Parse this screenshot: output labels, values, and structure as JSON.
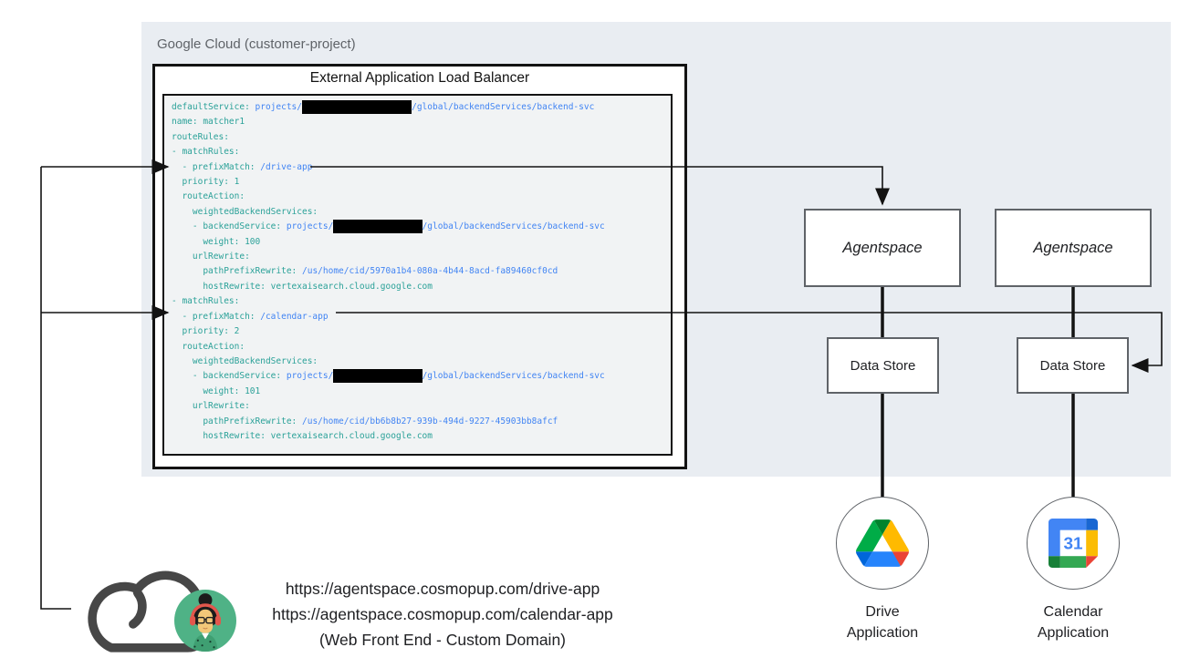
{
  "google_cloud_panel": {
    "label": "Google Cloud (customer-project)"
  },
  "load_balancer": {
    "title": "External Application Load Balancer"
  },
  "route_config": {
    "lines": [
      [
        [
          "k",
          "defaultService: "
        ],
        [
          "b",
          "projects/"
        ],
        [
          "x",
          "                     "
        ],
        [
          "b",
          "/global/backendServices/backend-svc"
        ]
      ],
      [
        [
          "k",
          "name: "
        ],
        [
          "k",
          "matcher1"
        ]
      ],
      [
        [
          "k",
          "routeRules:"
        ]
      ],
      [
        [
          "k",
          "- matchRules:"
        ]
      ],
      [
        [
          "k",
          "  - prefixMatch: "
        ],
        [
          "b",
          "/drive-app"
        ]
      ],
      [
        [
          "k",
          "  priority: "
        ],
        [
          "k",
          "1"
        ]
      ],
      [
        [
          "k",
          "  routeAction:"
        ]
      ],
      [
        [
          "k",
          "    weightedBackendServices:"
        ]
      ],
      [
        [
          "k",
          "    - backendService: "
        ],
        [
          "b",
          "projects/"
        ],
        [
          "x",
          "                 "
        ],
        [
          "b",
          "/global/backendServices/backend-svc"
        ]
      ],
      [
        [
          "k",
          "      weight: "
        ],
        [
          "k",
          "100"
        ]
      ],
      [
        [
          "k",
          "    urlRewrite:"
        ]
      ],
      [
        [
          "k",
          "      pathPrefixRewrite: "
        ],
        [
          "b",
          "/us/home/cid/5970a1b4-080a-4b44-8acd-fa89460cf0cd"
        ]
      ],
      [
        [
          "k",
          "      hostRewrite: "
        ],
        [
          "k",
          "vertexaisearch.cloud.google.com"
        ]
      ],
      [
        [
          "k",
          "- matchRules:"
        ]
      ],
      [
        [
          "k",
          "  - prefixMatch: "
        ],
        [
          "b",
          "/calendar-app"
        ]
      ],
      [
        [
          "k",
          "  priority: "
        ],
        [
          "k",
          "2"
        ]
      ],
      [
        [
          "k",
          "  routeAction:"
        ]
      ],
      [
        [
          "k",
          "    weightedBackendServices:"
        ]
      ],
      [
        [
          "k",
          "    - backendService: "
        ],
        [
          "b",
          "projects/"
        ],
        [
          "x",
          "                 "
        ],
        [
          "b",
          "/global/backendServices/backend-svc"
        ]
      ],
      [
        [
          "k",
          "      weight: "
        ],
        [
          "k",
          "101"
        ]
      ],
      [
        [
          "k",
          "    urlRewrite:"
        ]
      ],
      [
        [
          "k",
          "      pathPrefixRewrite: "
        ],
        [
          "b",
          "/us/home/cid/bb6b8b27-939b-494d-9227-45903bb8afcf"
        ]
      ],
      [
        [
          "k",
          "      hostRewrite: "
        ],
        [
          "k",
          "vertexaisearch.cloud.google.com"
        ]
      ]
    ]
  },
  "agentspace": [
    "Agentspace",
    "Agentspace"
  ],
  "data_stores": [
    "Data Store",
    "Data Store"
  ],
  "applications": [
    {
      "name": "Drive Application",
      "label_lines": [
        "Drive",
        "Application"
      ],
      "icon": "google-drive-icon"
    },
    {
      "name": "Calendar Application",
      "label_lines": [
        "Calendar",
        "Application"
      ],
      "icon": "google-calendar-icon",
      "calendar_day": "31"
    }
  ],
  "client": {
    "urls": [
      "https://agentspace.cosmopup.com/drive-app",
      "https://agentspace.cosmopup.com/calendar-app"
    ],
    "caption": "(Web Front End - Custom Domain)",
    "icons": [
      "cloud-icon",
      "user-avatar-icon"
    ]
  },
  "colors": {
    "panel_bg": "#e9edf2",
    "code_bg": "#f1f3f4",
    "token_key": "#2aa198",
    "token_path": "#4184f3",
    "box_border": "#5f6368",
    "line": "#131313",
    "muted_text": "#5f6368"
  }
}
